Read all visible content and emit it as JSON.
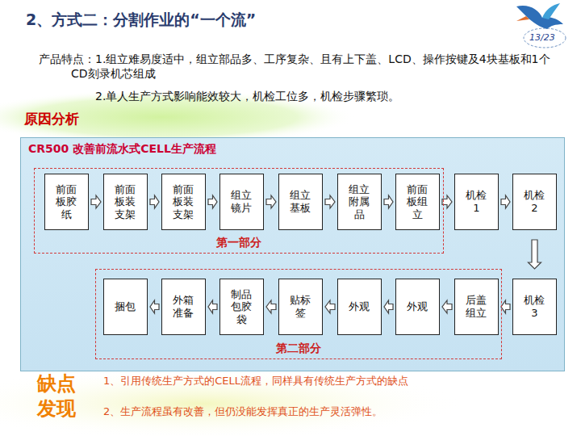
{
  "diagram": {
    "title": "2、方式二：分割作业的“一个流”",
    "nodes": [
      {
        "text": [
          "CR500 改善前流水式CELL生产流程"
        ]
      },
      {
        "text": [
          "第一部分"
        ],
        "in": 0
      },
      {
        "text": [
          "前面板胶纸"
        ],
        "in": 1
      },
      {
        "text": [
          "前面板装支架"
        ],
        "in": 1
      },
      {
        "text": [
          "前面板装支架"
        ],
        "in": 1
      },
      {
        "text": [
          "组立镜片"
        ],
        "in": 1
      },
      {
        "text": [
          "组立基板"
        ],
        "in": 1
      },
      {
        "text": [
          "组立附属品"
        ],
        "in": 1
      },
      {
        "text": [
          "前面板组立"
        ],
        "in": 1
      },
      {
        "text": [
          "机检1"
        ],
        "in": 0
      },
      {
        "text": [
          "机检2"
        ],
        "in": 0
      },
      {
        "text": [
          "第二部分"
        ],
        "in": 0
      },
      {
        "text": [
          "后盖组立"
        ],
        "in": 11
      },
      {
        "text": [
          "外观"
        ],
        "in": 11
      },
      {
        "text": [
          "外观"
        ],
        "in": 11
      },
      {
        "text": [
          "贴标签"
        ],
        "in": 11
      },
      {
        "text": [
          "制品包胶袋"
        ],
        "in": 11
      },
      {
        "text": [
          "外箱准备"
        ],
        "in": 11
      },
      {
        "text": [
          "捆包"
        ],
        "in": 11
      },
      {
        "text": [
          "机检3"
        ],
        "in": 0
      }
    ],
    "edges": [
      {
        "from": 2,
        "to": 3,
        "arrow": "to"
      },
      {
        "from": 3,
        "to": 4,
        "arrow": "to"
      },
      {
        "from": 4,
        "to": 5,
        "arrow": "to"
      },
      {
        "from": 5,
        "to": 6,
        "arrow": "to"
      },
      {
        "from": 6,
        "to": 7,
        "arrow": "to"
      },
      {
        "from": 7,
        "to": 8,
        "arrow": "to"
      },
      {
        "from": 8,
        "to": 9,
        "arrow": "to"
      },
      {
        "from": 9,
        "to": 10,
        "arrow": "to"
      },
      {
        "from": 10,
        "to": 19,
        "arrow": "to"
      },
      {
        "from": 19,
        "to": 12,
        "arrow": "to"
      },
      {
        "from": 12,
        "to": 13,
        "arrow": "to"
      },
      {
        "from": 13,
        "to": 14,
        "arrow": "to"
      },
      {
        "from": 14,
        "to": 15,
        "arrow": "to"
      },
      {
        "from": 15,
        "to": 16,
        "arrow": "to"
      },
      {
        "from": 16,
        "to": 17,
        "arrow": "to"
      },
      {
        "from": 17,
        "to": 18,
        "arrow": "to"
      }
    ],
    "labels": [
      "产品特点：1.组立难易度适中，组立部品多、工序复杂、且有上下盖、LCD、操作按键及4块基板和1个CD刻录机芯组成",
      "2.单人生产方式影响能效较大，机检工位多，机检步骤繁琐。",
      "原因分析",
      "13/23",
      "缺点发现",
      "1、引用传统生产方式的CELL流程，同样具有传统生产方式的缺点",
      "2、生产流程虽有改善，但仍没能发挥真正的生产灵活弹性。"
    ]
  }
}
